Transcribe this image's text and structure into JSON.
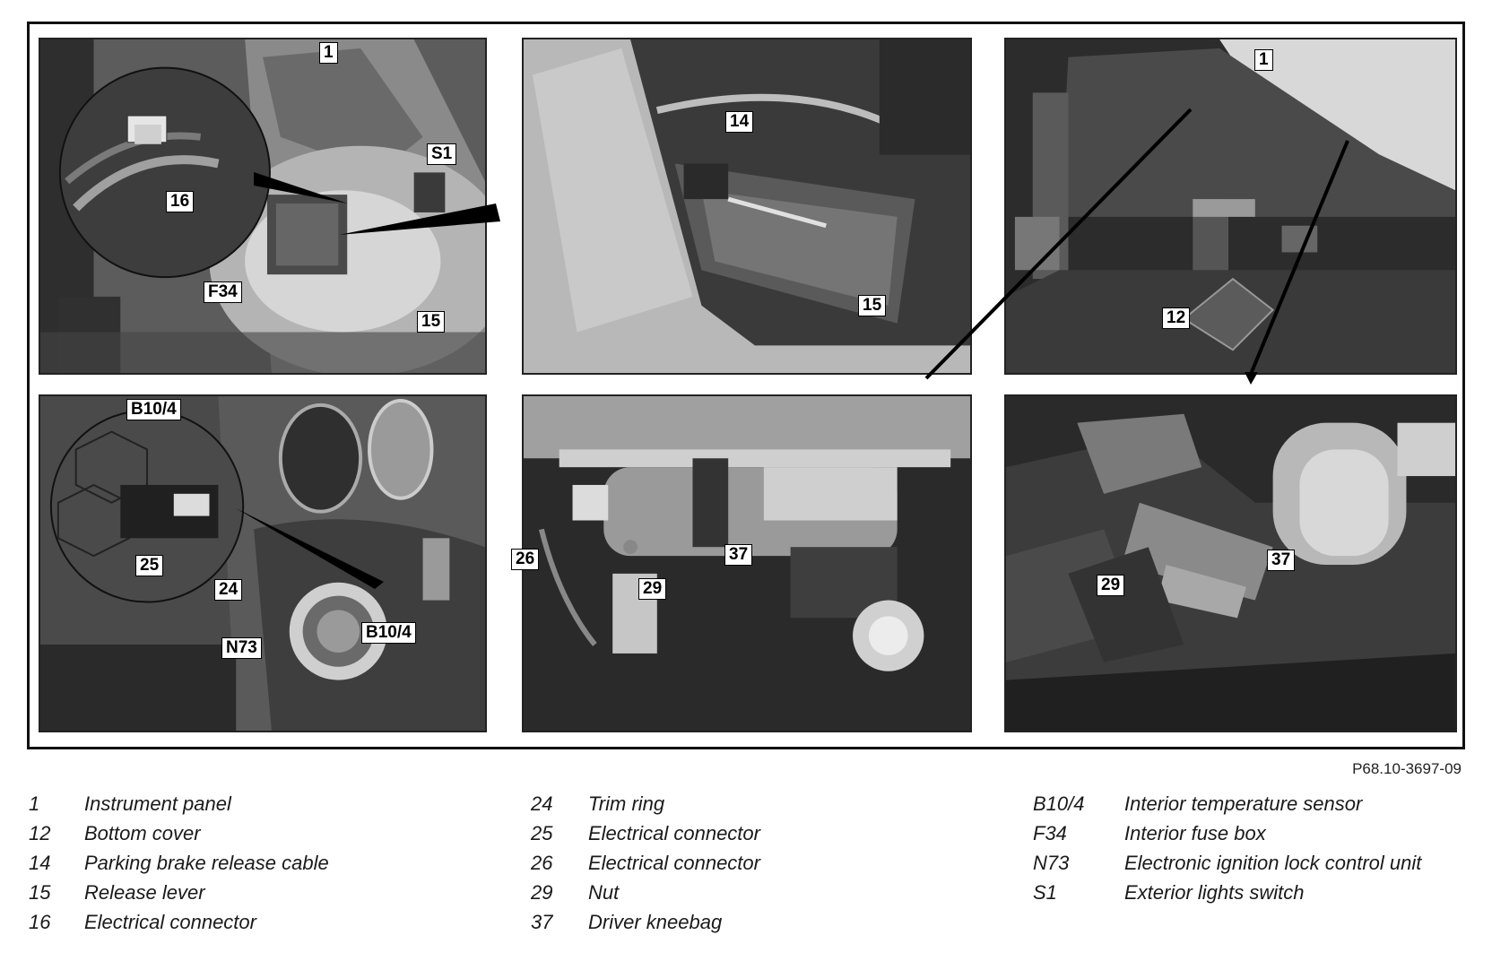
{
  "figure_id": "P68.10-3697-09",
  "callouts": {
    "p1": [
      "1",
      "S1",
      "16",
      "F34",
      "15"
    ],
    "p2": [
      "14",
      "15"
    ],
    "p3": [
      "1",
      "12"
    ],
    "p4": [
      "B10/4",
      "25",
      "24",
      "N73",
      "B10/4"
    ],
    "p5": [
      "26",
      "37",
      "29"
    ],
    "p6": [
      "29",
      "37"
    ]
  },
  "legend": {
    "columns": [
      [
        {
          "key": "1",
          "desc": "Instrument panel"
        },
        {
          "key": "12",
          "desc": "Bottom cover"
        },
        {
          "key": "14",
          "desc": "Parking brake release cable"
        },
        {
          "key": "15",
          "desc": "Release lever"
        },
        {
          "key": "16",
          "desc": "Electrical connector"
        }
      ],
      [
        {
          "key": "24",
          "desc": "Trim ring"
        },
        {
          "key": "25",
          "desc": "Electrical connector"
        },
        {
          "key": "26",
          "desc": "Electrical connector"
        },
        {
          "key": "29",
          "desc": "Nut"
        },
        {
          "key": "37",
          "desc": "Driver kneebag"
        }
      ],
      [
        {
          "key": "B10/4",
          "desc": "Interior temperature sensor"
        },
        {
          "key": "F34",
          "desc": "Interior fuse box"
        },
        {
          "key": "N73",
          "desc": "Electronic ignition lock control unit"
        },
        {
          "key": "S1",
          "desc": "Exterior lights switch"
        }
      ]
    ]
  },
  "colors": {
    "frame": "#111111",
    "photo_dark": "#3a3a3a",
    "photo_mid": "#7a7a7a",
    "photo_light": "#c8c8c8",
    "label_bg": "#ffffff"
  }
}
